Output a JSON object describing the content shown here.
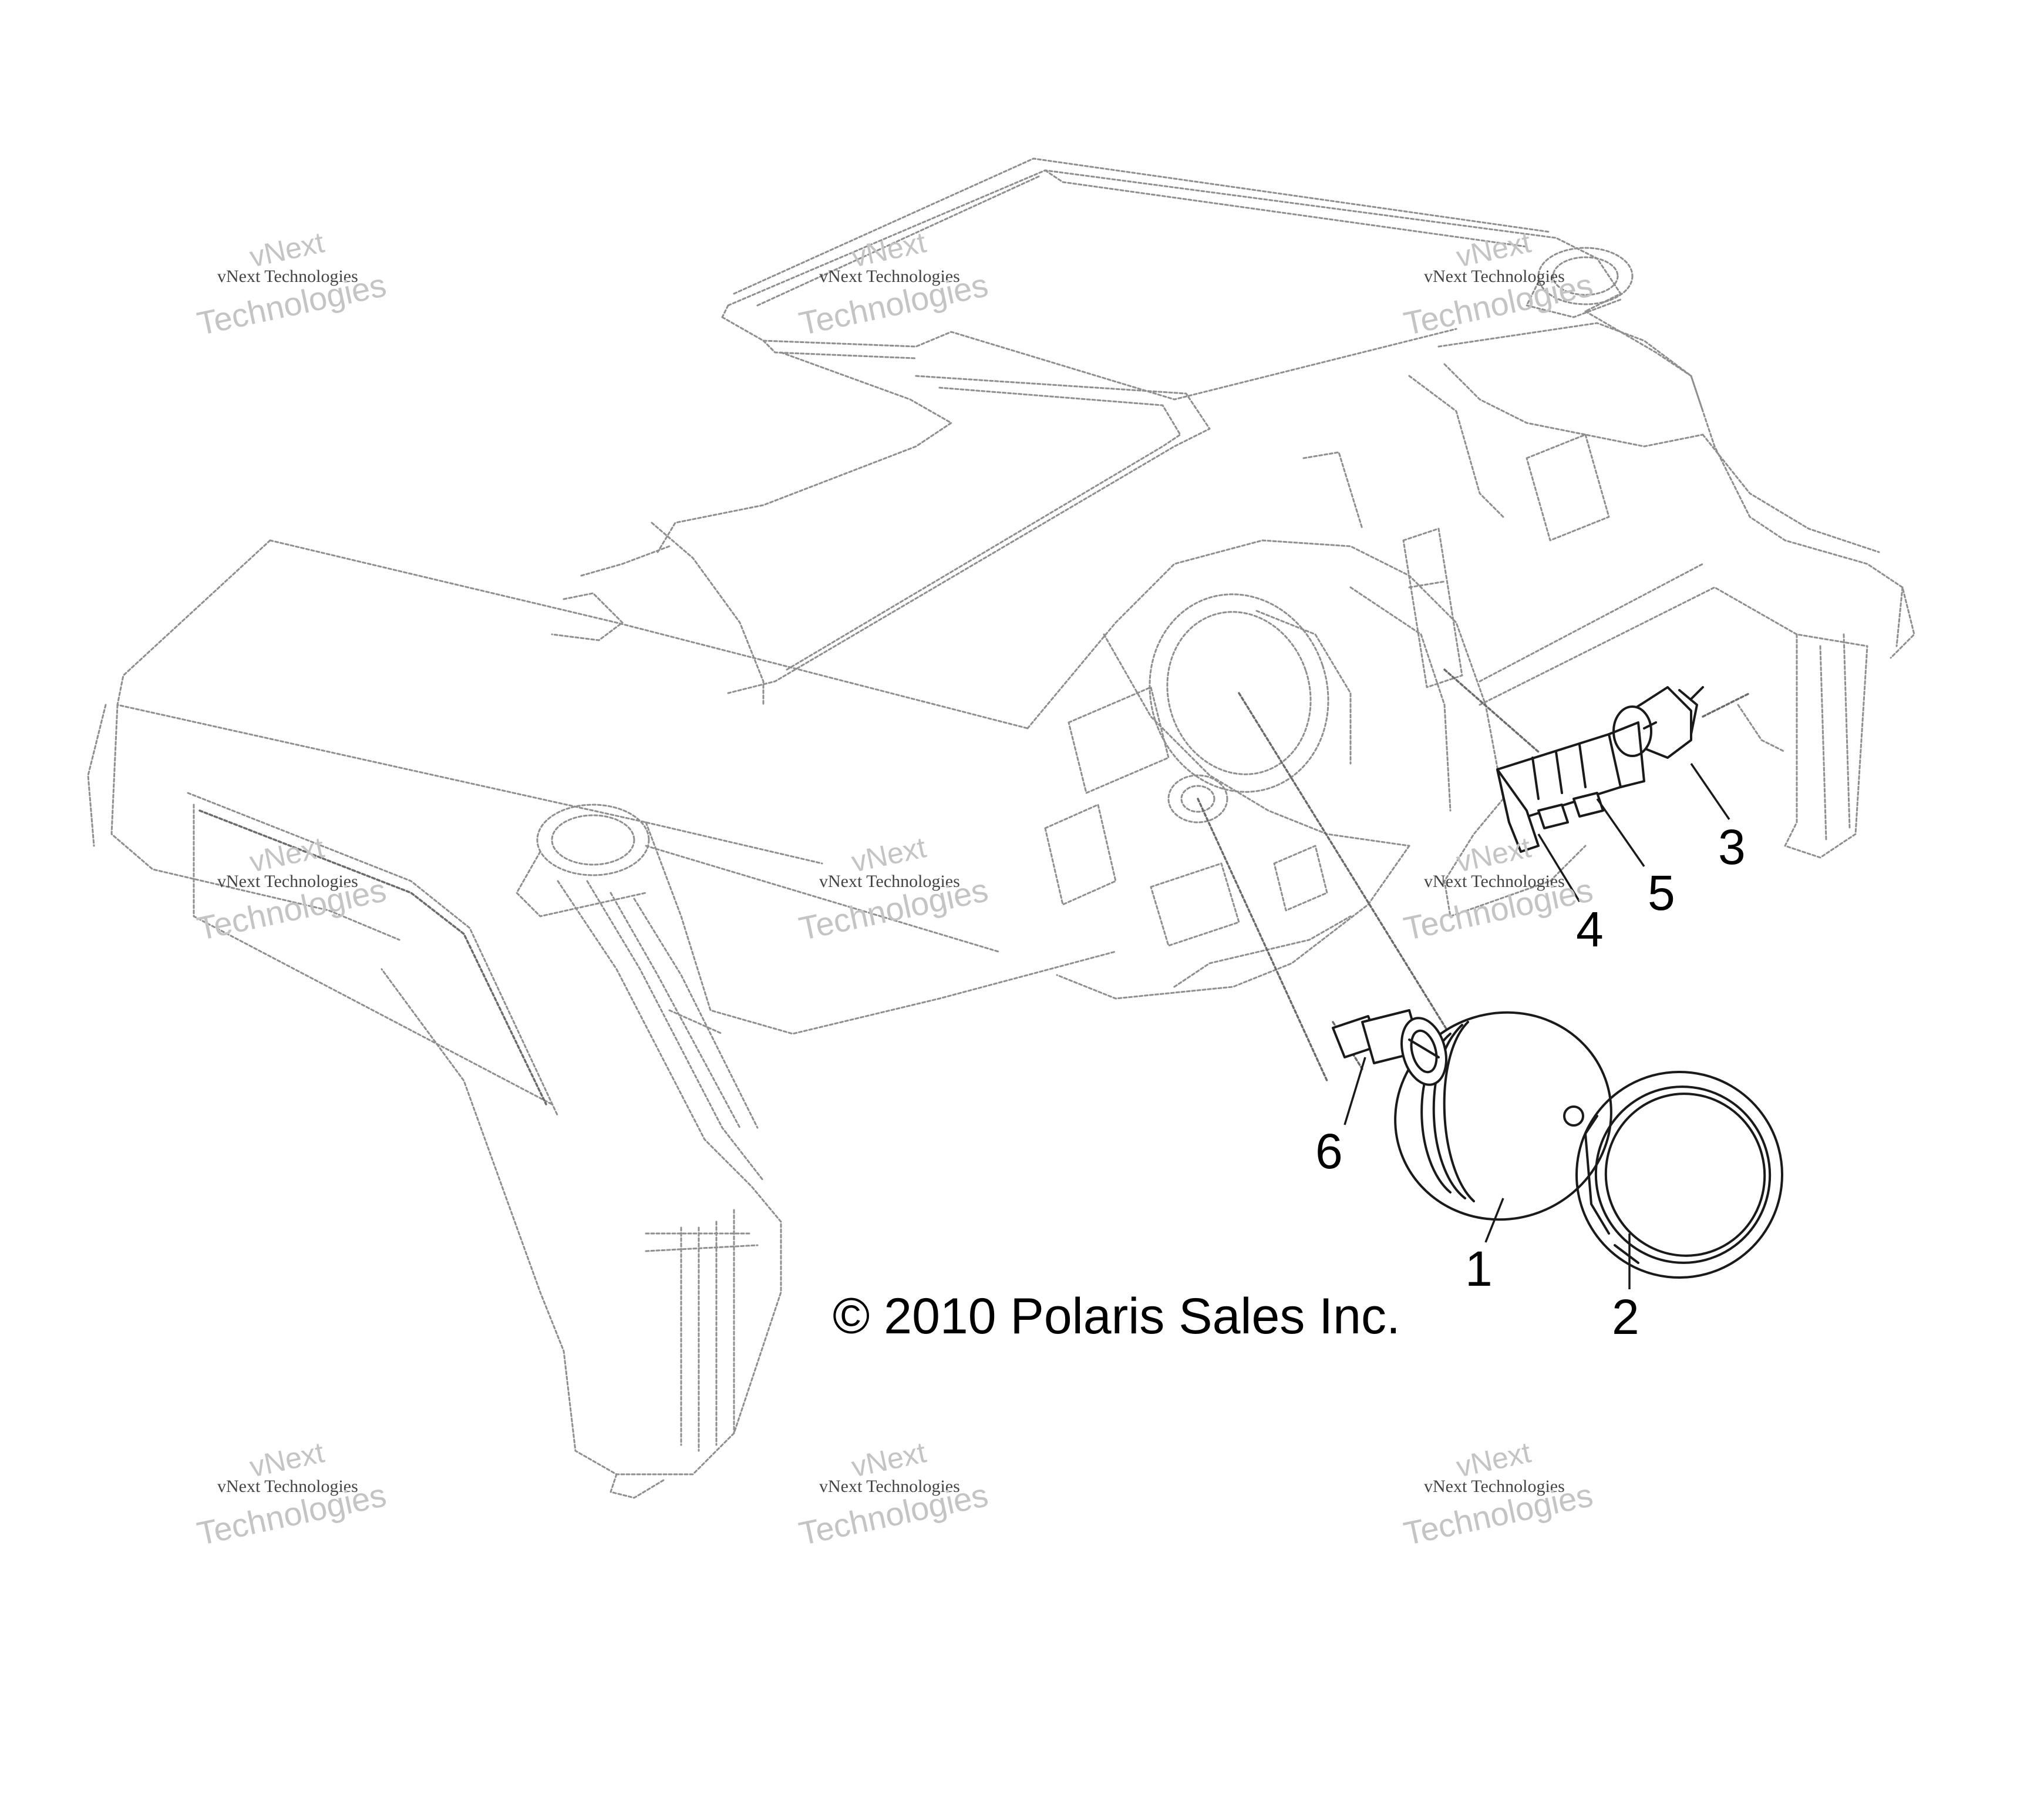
{
  "copyright": "© 2010 Polaris Sales Inc.",
  "watermark": {
    "brand": "vNext",
    "company": "vNext Technologies",
    "word": "Technologies"
  },
  "callouts": [
    "1",
    "2",
    "3",
    "4",
    "5",
    "6"
  ],
  "parts": [
    {
      "number": "1",
      "icon": "speedometer-gauge-icon"
    },
    {
      "number": "2",
      "icon": "gauge-bezel-ring-icon"
    },
    {
      "number": "3",
      "icon": "indicator-bulb-icon"
    },
    {
      "number": "4",
      "icon": "rocker-switch-icon"
    },
    {
      "number": "5",
      "icon": "switch-bezel-icon"
    },
    {
      "number": "6",
      "icon": "ignition-key-switch-icon"
    }
  ],
  "colors": {
    "ghost_line": "#8f8f8f",
    "part_line": "#1a1a1a",
    "watermark": "#c4c4c4"
  }
}
